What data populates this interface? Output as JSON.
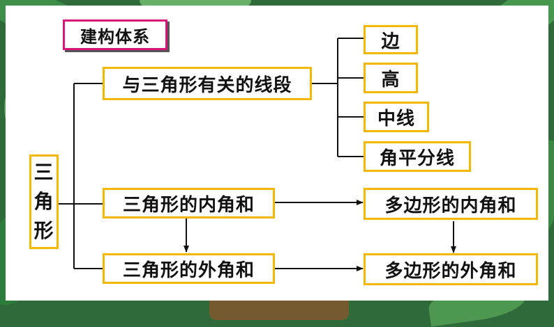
{
  "title": "建构体系",
  "root": {
    "chars": [
      "三",
      "角",
      "形"
    ]
  },
  "nodes": {
    "segments": "与三角形有关的线段",
    "interior_tri": "三角形的内角和",
    "exterior_tri": "三角形的外角和",
    "interior_poly": "多边形的内角和",
    "exterior_poly": "多边形的外角和"
  },
  "segment_items": [
    "边",
    "高",
    "中线",
    "角平分线"
  ]
}
